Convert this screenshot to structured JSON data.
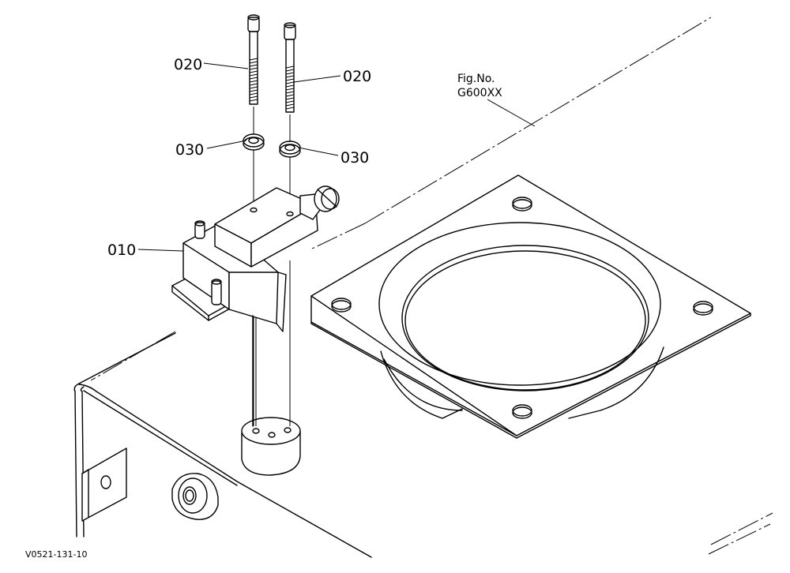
{
  "callouts": {
    "bolt_left": "020",
    "bolt_right": "020",
    "washer_left": "030",
    "washer_right": "030",
    "switch": "010"
  },
  "figure_ref": {
    "line1": "Fig.No.",
    "line2": "G600XX"
  },
  "drawing_code": "V0521-131-10"
}
